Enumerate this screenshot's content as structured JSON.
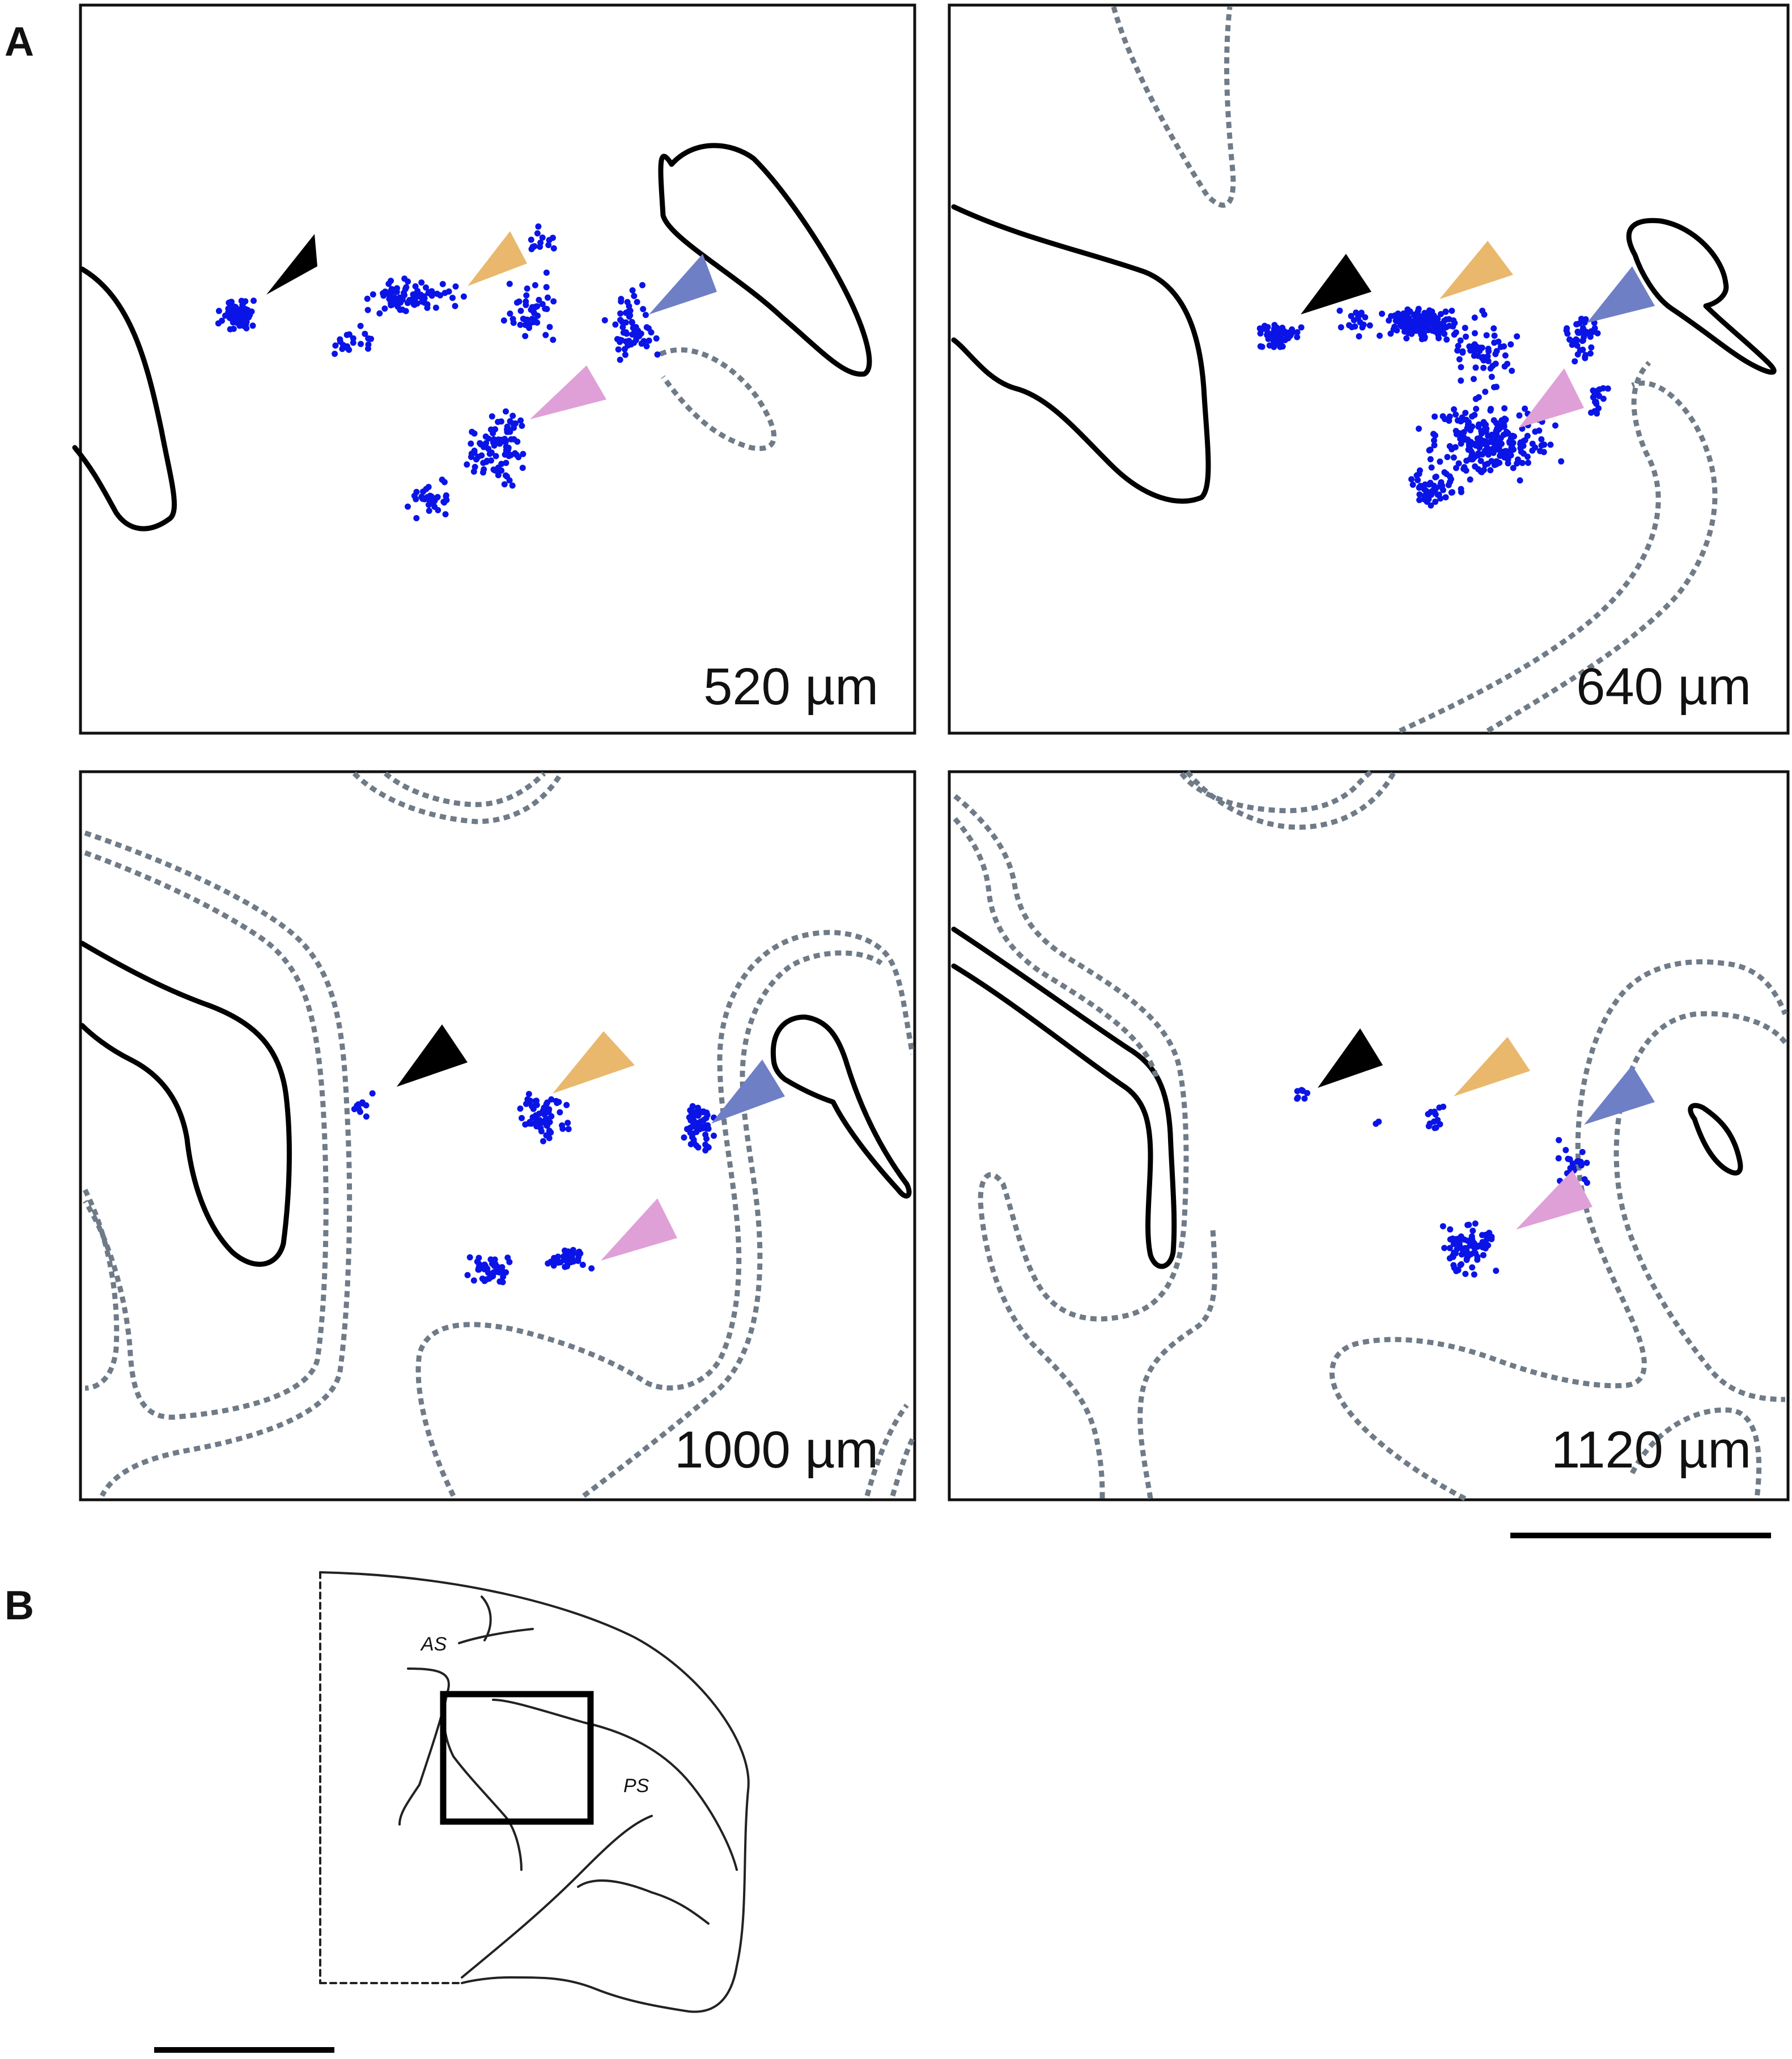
{
  "panel_a": {
    "label": "A",
    "sections": [
      {
        "depth": "520 µm"
      },
      {
        "depth": "640 µm"
      },
      {
        "depth": "1000 µm"
      },
      {
        "depth": "1120 µm"
      }
    ]
  },
  "panel_b": {
    "label": "B",
    "sulci": {
      "arcuate": "AS",
      "principal": "PS"
    }
  },
  "colors": {
    "cell": "#0a14e6",
    "arrow_black": "#000000",
    "arrow_orange": "#e9b86c",
    "arrow_blue": "#6f7fc6",
    "arrow_pink": "#dfa0d8",
    "contour_dotted": "#6f7b88"
  }
}
